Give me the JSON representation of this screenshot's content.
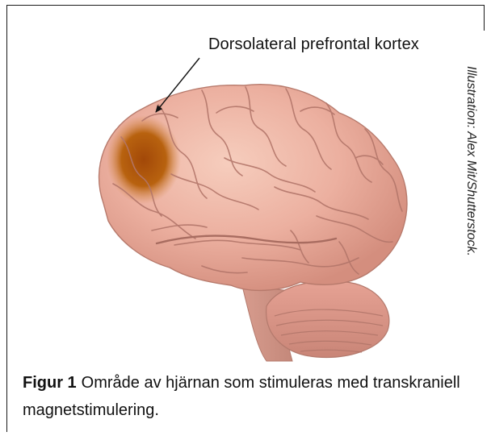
{
  "figure": {
    "callout_label": "Dorsolateral prefrontal kortex",
    "credit": "Illustration: Alex Mit/Shutterstock.",
    "caption_label": "Figur 1",
    "caption_text": "Område av hjärnan som stimuleras med transkraniell magnetstimulering.",
    "image_subject": "brain-illustration",
    "colors": {
      "brain": "#ecb0a0",
      "highlight_region": "#b4580e",
      "frame": "#1a1a1a"
    }
  }
}
